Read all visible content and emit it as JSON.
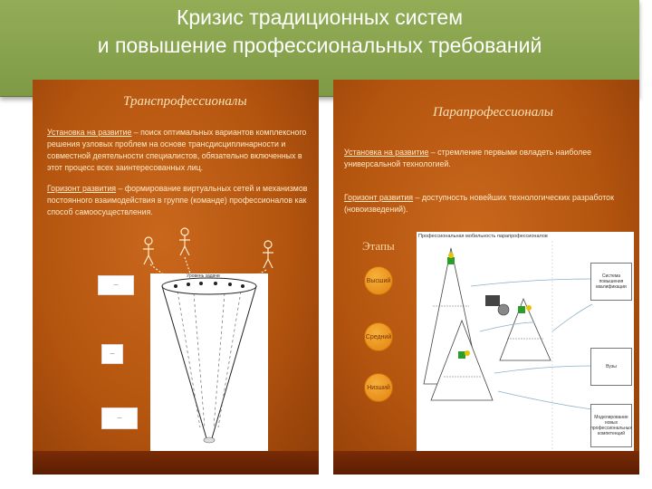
{
  "title": {
    "line1": "Кризис традиционных систем",
    "line2": "и повышение профессиональных требований"
  },
  "left_slide": {
    "heading": "Транспрофессионалы",
    "setup_label": "Установка на развитие",
    "setup_text": " – поиск оптимальных вариантов комплексного решения узловых проблем на основе трансдисциплинарности и совместной деятельности специалистов, обязательно включенных в этот процесс всех заинтересованных лиц.",
    "horizon_label": "Горизонт развития",
    "horizon_text": " – формирование виртуальных сетей и механизмов постоянного взаимодействия в группе (команде) профессионалов как способ самоосуществления.",
    "funnel_top_label": "Уровень задачи"
  },
  "right_slide": {
    "heading": "Парапрофессионалы",
    "setup_label": "Установка на развитие",
    "setup_text": " – стремление первыми овладеть наиболее универсальной технологией.",
    "horizon_label": "Горизонт развития",
    "horizon_text": " – доступность новейших технологических разработок (новоизведений).",
    "levels_label": "Этапы",
    "levels": [
      "Высший",
      "Средний",
      "Низший"
    ],
    "diagram_title": "Профессиональная мобильность парапрофессионалов",
    "box_top": "Система повышения квалификации",
    "box_mid": "Вузы",
    "box_bottom": "Моделирование новых профессиональных компетенций"
  },
  "colors": {
    "title_green": "#8aa54f",
    "slide_orange": "#b9560f",
    "circle_orange": "#f0a02a"
  }
}
